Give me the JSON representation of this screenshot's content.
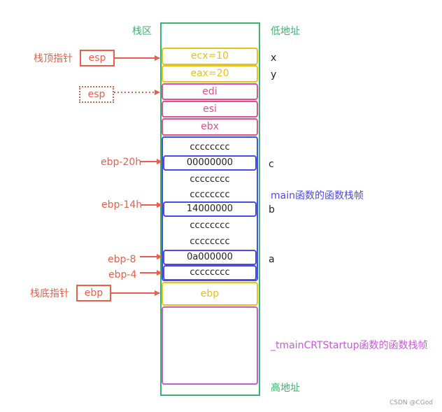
{
  "labels": {
    "stack_area": "栈区",
    "low_addr": "低地址",
    "high_addr": "高地址",
    "top_pointer": "栈顶指针",
    "bottom_pointer": "栈底指针",
    "main_frame": "main函数的函数栈帧",
    "crt_frame": "_tmainCRTStartup函数的函数栈帧",
    "watermark": "CSDN @CGod"
  },
  "pointers": {
    "esp": "esp",
    "esp_old": "esp",
    "ebp": "ebp",
    "ebp_20h": "ebp-20h",
    "ebp_14h": "ebp-14h",
    "ebp_8": "ebp-8",
    "ebp_4": "ebp-4"
  },
  "stack": {
    "ecx": "ecx=10",
    "eax": "eax=20",
    "edi": "edi",
    "esi": "esi",
    "ebx": "ebx",
    "main_rows": [
      "cccccccc",
      "00000000",
      "cccccccc",
      "cccccccc",
      "14000000",
      "cccccccc",
      "cccccccc",
      "0a000000",
      "cccccccc"
    ],
    "ebp_cell": "ebp"
  },
  "var_labels": {
    "x": "x",
    "y": "y",
    "c": "c",
    "b": "b",
    "a": "a"
  },
  "colors": {
    "green": "#3cb371",
    "yellow": "#e8c21a",
    "pink": "#e0508a",
    "blue": "#4a4ae8",
    "purple": "#c85ad8",
    "red": "#e8604a"
  }
}
